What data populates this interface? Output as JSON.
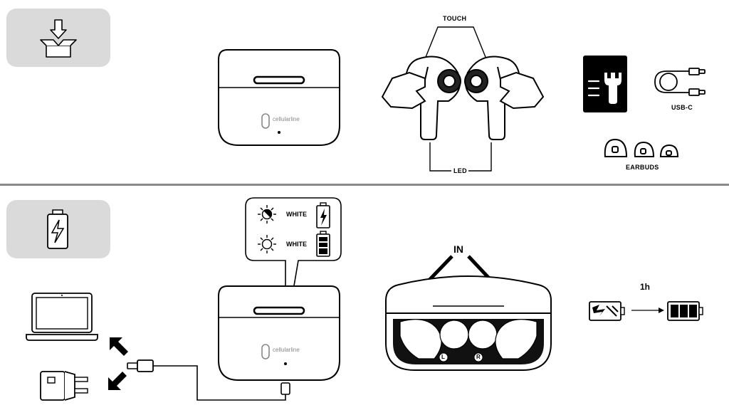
{
  "top": {
    "case_brand": "cellularline",
    "touch_label": "TOUCH",
    "led_label": "LED",
    "usb_label": "USB-C",
    "earbuds_label": "EARBUDS"
  },
  "bottom": {
    "case_brand": "cellularline",
    "bubble_row1_text": "WHITE",
    "bubble_row2_text": "WHITE",
    "in_label": "IN",
    "time_label": "1h",
    "left_ear": "L",
    "right_ear": "R"
  },
  "icons": {
    "unbox": "unbox-icon",
    "charging": "charging-battery-icon",
    "tools": "wrench-icon",
    "cable": "usb-c-cable-icon",
    "laptop": "laptop-icon",
    "adapter": "wall-adapter-icon"
  }
}
